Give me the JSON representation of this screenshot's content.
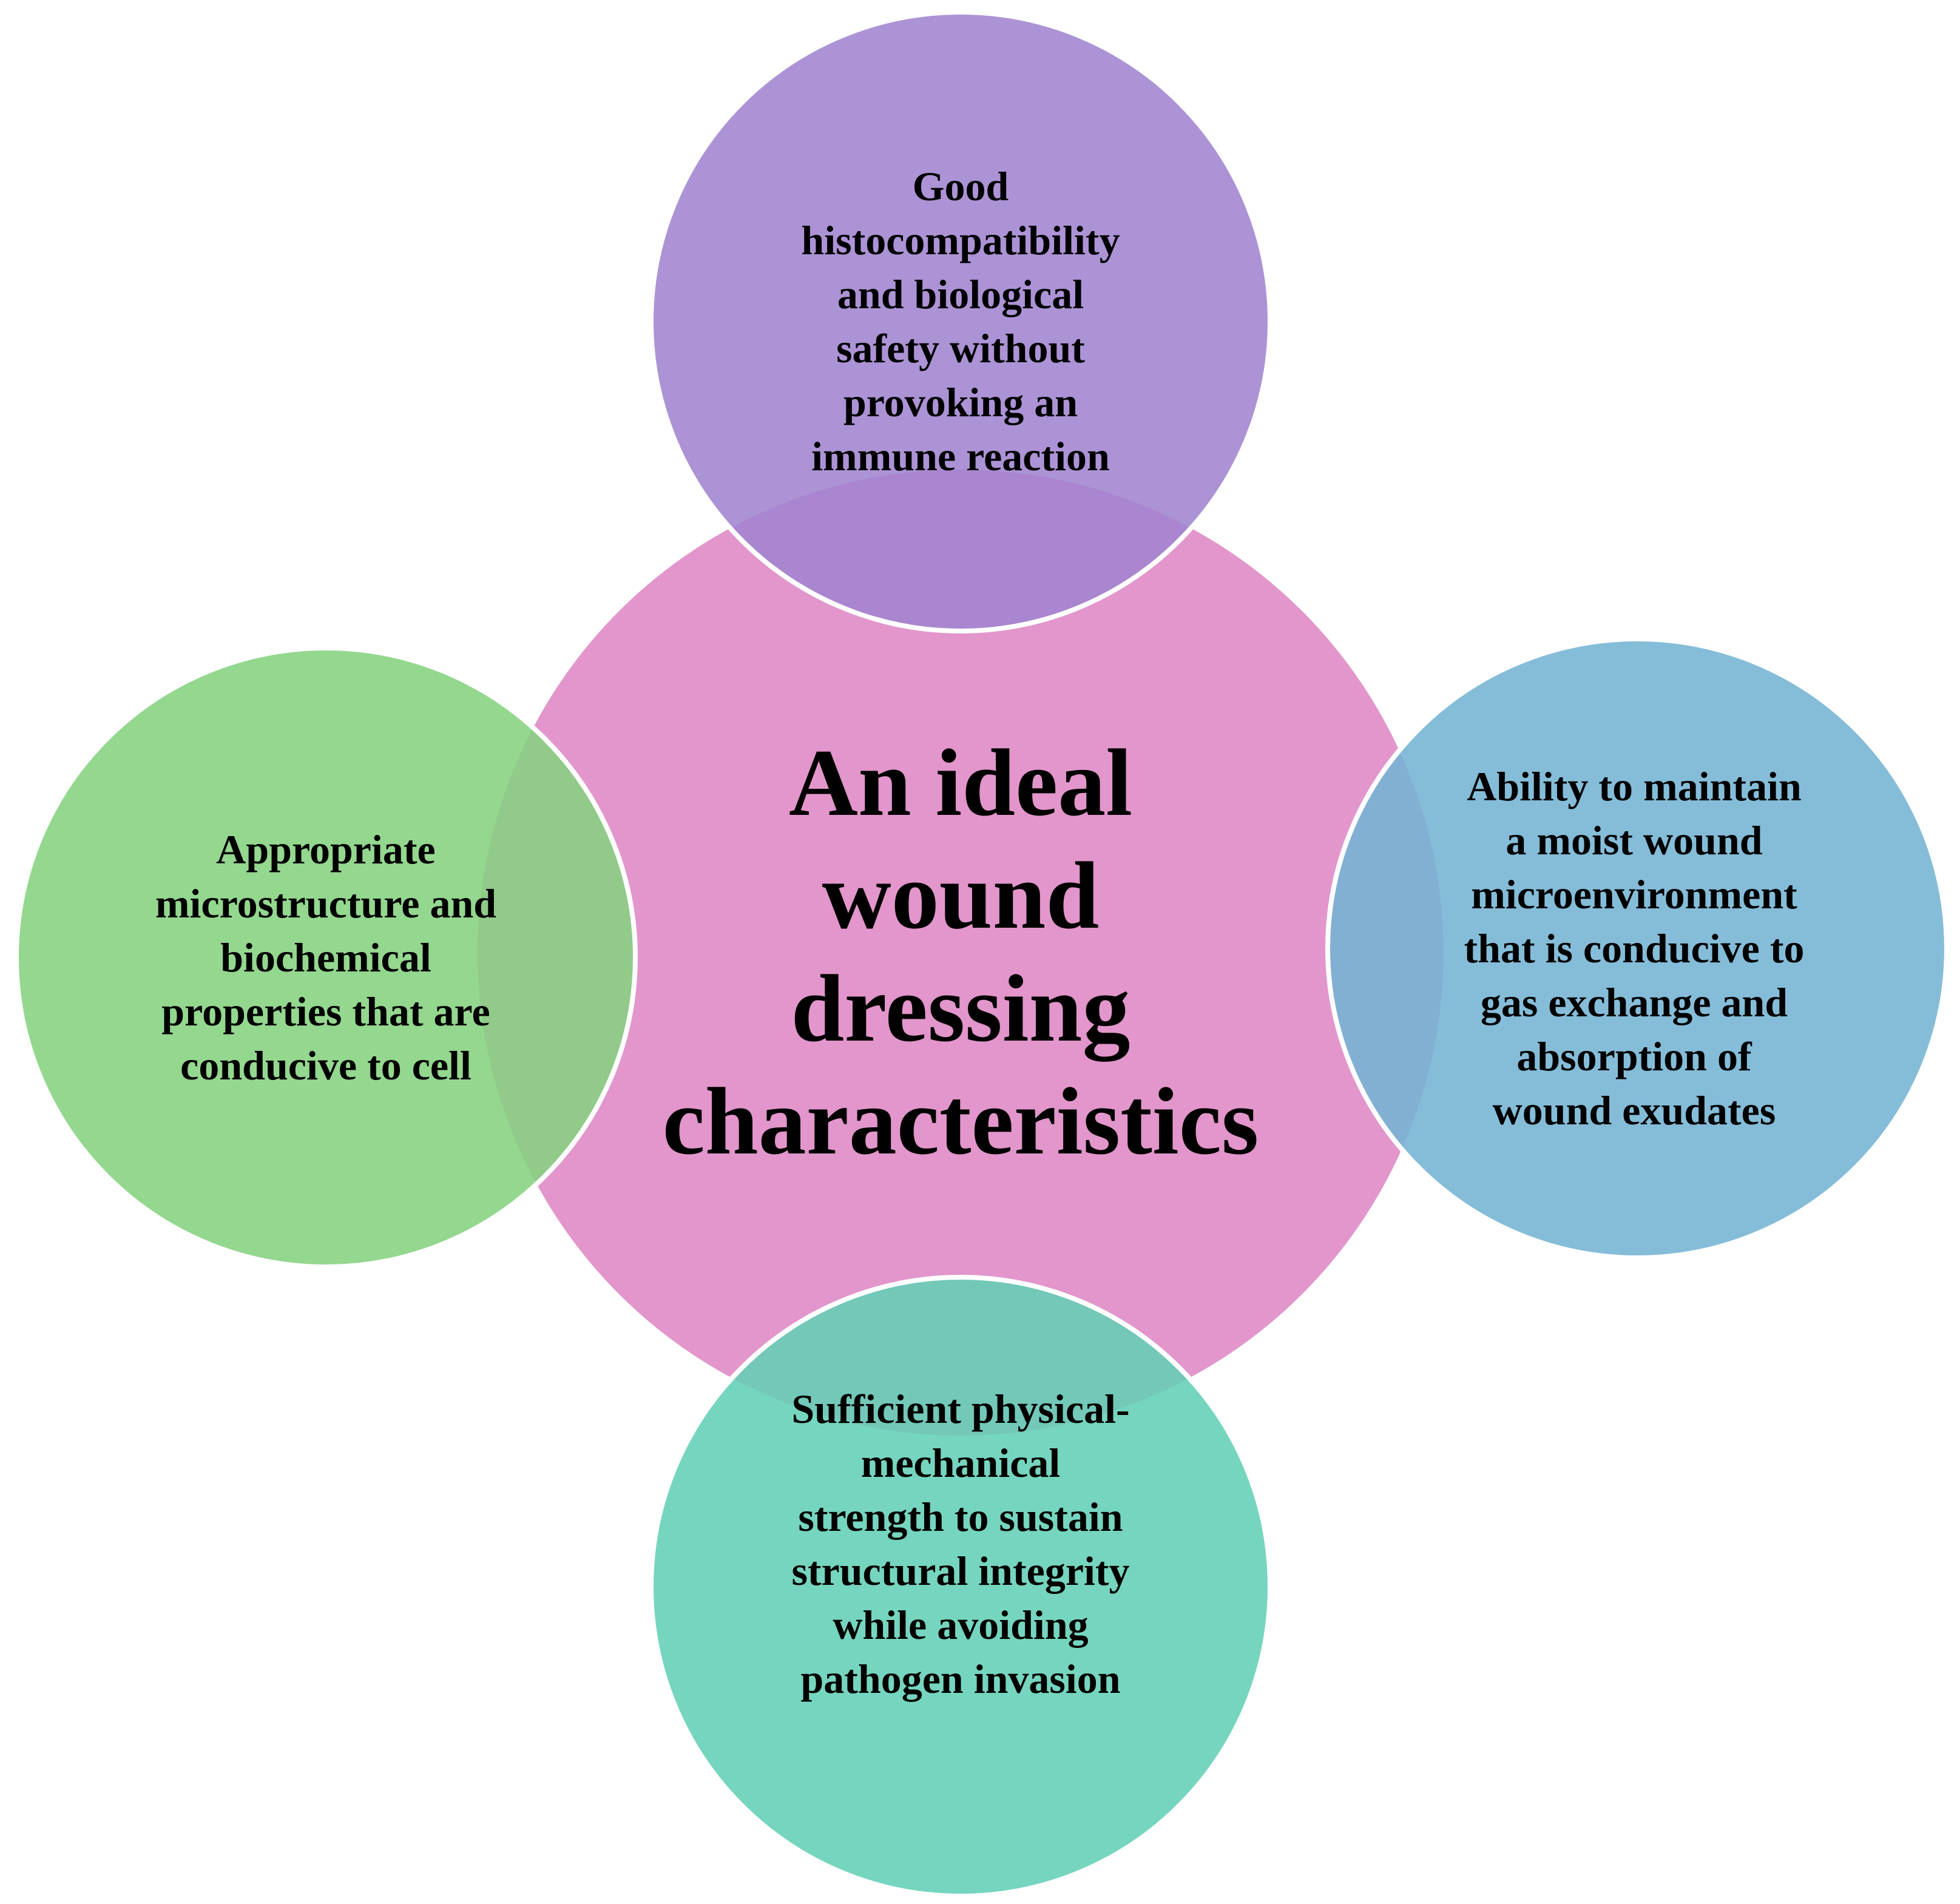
{
  "center": {
    "lines": [
      "An ideal",
      "wound",
      "dressing",
      "characteristics"
    ],
    "color": "#E296CB"
  },
  "satellites": [
    {
      "id": "top",
      "lines": [
        "Good",
        "histocompatibility",
        "and biological",
        "safety without",
        "provoking  an",
        "immune reaction"
      ],
      "color": "#A184CF"
    },
    {
      "id": "right",
      "lines": [
        "Ability to maintain",
        "a moist wound",
        "microenvironment",
        "that is conducive to",
        "gas exchange and",
        "absorption  of",
        "wound  exudates"
      ],
      "color": "#74B4D4"
    },
    {
      "id": "bottom",
      "lines": [
        "Sufficient physical-",
        "mechanical",
        "strength to sustain",
        "structural integrity",
        "while avoiding",
        "pathogen invasion"
      ],
      "color": "#63CFB5"
    },
    {
      "id": "left",
      "lines": [
        "Appropriate",
        "microstructure  and",
        "biochemical",
        "properties  that are",
        "conducive to cell"
      ],
      "color": "#85D180"
    }
  ]
}
